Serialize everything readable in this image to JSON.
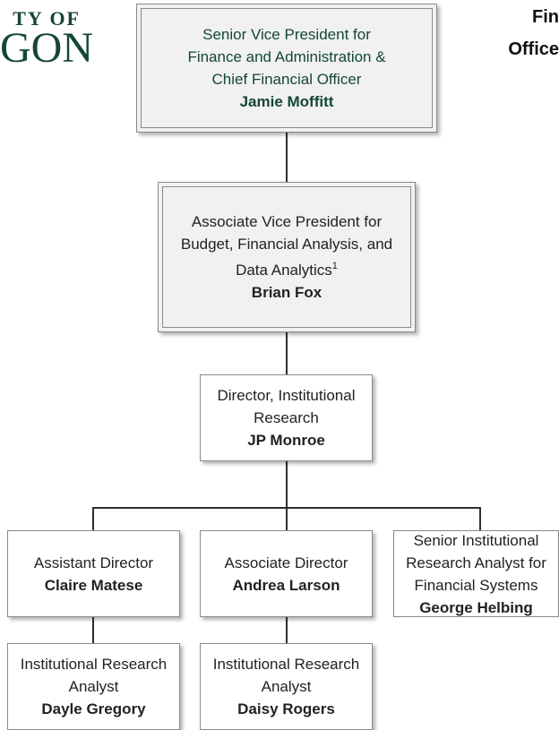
{
  "logo": {
    "line1": "TY OF",
    "line2": "GON"
  },
  "header_title": {
    "line1": "Fin",
    "line2": "Office"
  },
  "nodes": {
    "svp": {
      "title_lines": [
        "Senior Vice President for",
        "Finance and Administration &",
        "Chief Financial Officer"
      ],
      "name": "Jamie Moffitt"
    },
    "avp": {
      "title_lines": [
        "Associate Vice President for",
        "Budget, Financial Analysis, and",
        "Data Analytics"
      ],
      "footnote": "1",
      "name": "Brian Fox"
    },
    "director": {
      "title_lines": [
        "Director, Institutional",
        "Research"
      ],
      "name": "JP Monroe"
    },
    "assistant_director": {
      "title_lines": [
        "Assistant Director"
      ],
      "name": "Claire Matese"
    },
    "associate_director": {
      "title_lines": [
        "Associate Director"
      ],
      "name": "Andrea Larson"
    },
    "senior_analyst": {
      "title_lines": [
        "Senior Institutional",
        "Research Analyst for",
        "Financial Systems"
      ],
      "name": "George Helbing"
    },
    "analyst_1": {
      "title_lines": [
        "Institutional Research",
        "Analyst"
      ],
      "name": "Dayle Gregory"
    },
    "analyst_2": {
      "title_lines": [
        "Institutional Research",
        "Analyst"
      ],
      "name": "Daisy Rogers"
    }
  }
}
